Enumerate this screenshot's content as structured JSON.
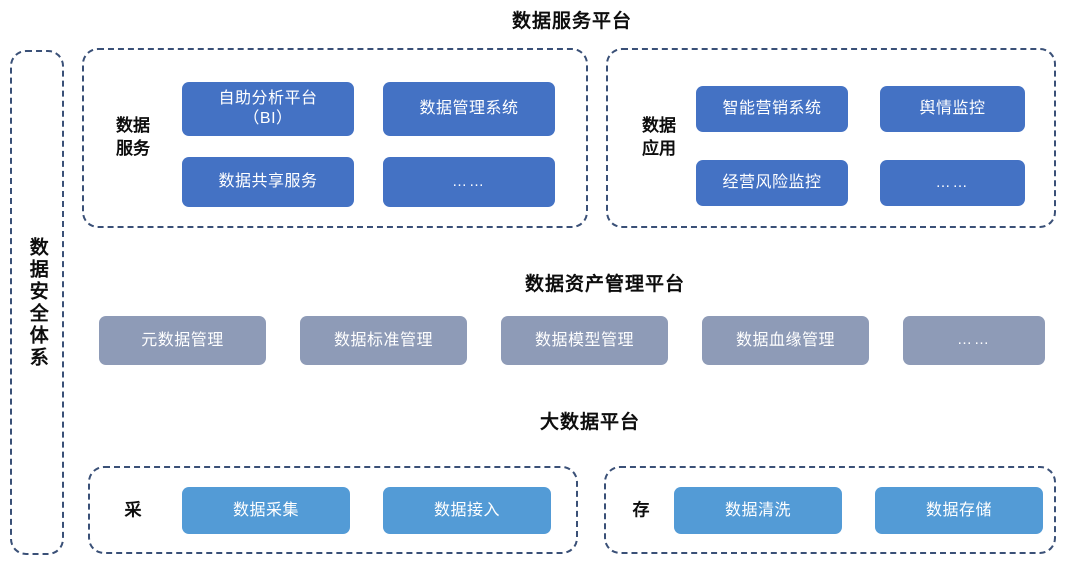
{
  "diagram": {
    "title_service_platform": "数据服务平台",
    "title_asset_platform": "数据资产管理平台",
    "title_bigdata_platform": "大数据平台",
    "security_band": {
      "label": "数据安全体系"
    },
    "colors": {
      "chip_blue": "#4472c4",
      "chip_gray": "#8e9bb7",
      "chip_lightblue": "#539bd6",
      "dashed_border": "#3a5077",
      "text_dark": "#0d0d0d",
      "chip_text": "#ffffff",
      "background": "#ffffff"
    },
    "groups": {
      "data_service": {
        "label": "数据\n服务",
        "chips": [
          "自助分析平台\n（BI）",
          "数据管理系统",
          "数据共享服务",
          "……"
        ]
      },
      "data_application": {
        "label": "数据\n应用",
        "chips": [
          "智能营销系统",
          "舆情监控",
          "经营风险监控",
          "……"
        ]
      },
      "asset_management": {
        "chips": [
          "元数据管理",
          "数据标准管理",
          "数据模型管理",
          "数据血缘管理",
          "……"
        ]
      },
      "collect": {
        "label": "采",
        "chips": [
          "数据采集",
          "数据接入"
        ]
      },
      "store": {
        "label": "存",
        "chips": [
          "数据清洗",
          "数据存储"
        ]
      }
    }
  }
}
